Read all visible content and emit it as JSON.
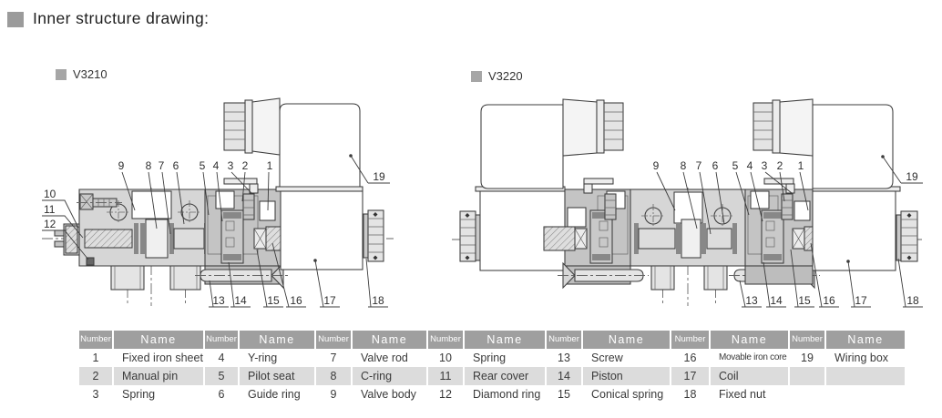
{
  "page": {
    "title": "Inner structure drawing:"
  },
  "diagrams": [
    {
      "label": "V3210"
    },
    {
      "label": "V3220"
    }
  ],
  "callout_numbers": [
    "1",
    "2",
    "3",
    "4",
    "5",
    "6",
    "7",
    "8",
    "9",
    "10",
    "11",
    "12",
    "13",
    "14",
    "15",
    "16",
    "17",
    "18",
    "19"
  ],
  "table": {
    "header_number_label": "Number",
    "header_name_label": "Name",
    "rows": [
      {
        "cells": [
          {
            "num": "1",
            "name": "Fixed iron sheet"
          },
          {
            "num": "4",
            "name": "Y-ring"
          },
          {
            "num": "7",
            "name": "Valve rod"
          },
          {
            "num": "10",
            "name": "Spring"
          },
          {
            "num": "13",
            "name": "Screw"
          },
          {
            "num": "16",
            "name": "Movable iron core"
          },
          {
            "num": "19",
            "name": "Wiring box"
          }
        ]
      },
      {
        "cells": [
          {
            "num": "2",
            "name": "Manual pin"
          },
          {
            "num": "5",
            "name": "Pilot seat"
          },
          {
            "num": "8",
            "name": "C-ring"
          },
          {
            "num": "11",
            "name": "Rear cover"
          },
          {
            "num": "14",
            "name": "Piston"
          },
          {
            "num": "17",
            "name": "Coil"
          },
          {
            "num": "",
            "name": ""
          }
        ]
      },
      {
        "cells": [
          {
            "num": "3",
            "name": "Spring"
          },
          {
            "num": "6",
            "name": "Guide ring"
          },
          {
            "num": "9",
            "name": "Valve body"
          },
          {
            "num": "12",
            "name": "Diamond ring"
          },
          {
            "num": "15",
            "name": "Conical spring"
          },
          {
            "num": "18",
            "name": "Fixed nut"
          },
          {
            "num": "",
            "name": ""
          }
        ]
      }
    ]
  },
  "colors": {
    "section_bullet": "#9b9b9b",
    "drawing_line": "#3c3c3c",
    "valve_body_fill": "#d6d6d6",
    "table_header_bg": "#9f9f9f",
    "table_header_text": "#ffffff",
    "table_stripe_bg": "#dcdcdc"
  }
}
